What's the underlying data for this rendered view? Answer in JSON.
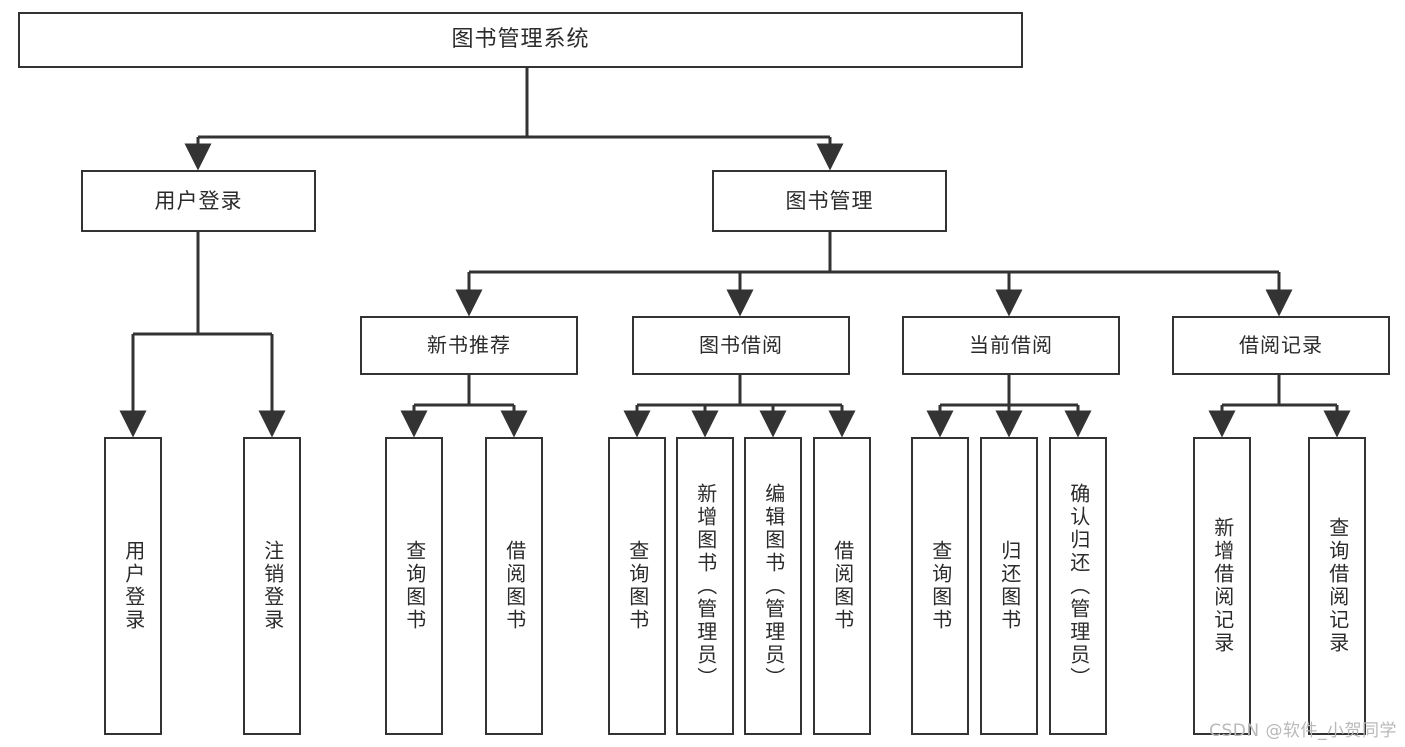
{
  "diagram": {
    "title": "图书管理系统",
    "type": "tree",
    "orientation": "top-down",
    "style": {
      "background": "#ffffff",
      "box_fill": "#ffffff",
      "box_stroke": "#333333",
      "text_color": "#2b2b2b",
      "connector_color": "#333333",
      "watermark_color": "#b9b9b9"
    }
  },
  "root": {
    "id": "root",
    "label": "图书管理系统"
  },
  "level1": [
    {
      "id": "user-login",
      "label": "用户登录"
    },
    {
      "id": "book-manage",
      "label": "图书管理"
    }
  ],
  "level2": [
    {
      "id": "new-book-recommend",
      "label": "新书推荐",
      "parent": "book-manage"
    },
    {
      "id": "book-borrow",
      "label": "图书借阅",
      "parent": "book-manage"
    },
    {
      "id": "current-borrow",
      "label": "当前借阅",
      "parent": "book-manage"
    },
    {
      "id": "borrow-record",
      "label": "借阅记录",
      "parent": "book-manage"
    }
  ],
  "leaves": [
    {
      "id": "leaf-user-login",
      "label": "用户登录",
      "parent": "user-login"
    },
    {
      "id": "leaf-user-logout",
      "label": "注销登录",
      "parent": "user-login"
    },
    {
      "id": "leaf-query-book-1",
      "label": "查询图书",
      "parent": "new-book-recommend"
    },
    {
      "id": "leaf-borrow-book-1",
      "label": "借阅图书",
      "parent": "new-book-recommend"
    },
    {
      "id": "leaf-query-book-2",
      "label": "查询图书",
      "parent": "book-borrow"
    },
    {
      "id": "leaf-add-book",
      "label": "新增图书（管理员）",
      "parent": "book-borrow"
    },
    {
      "id": "leaf-edit-book",
      "label": "编辑图书（管理员）",
      "parent": "book-borrow"
    },
    {
      "id": "leaf-borrow-book-2",
      "label": "借阅图书",
      "parent": "book-borrow"
    },
    {
      "id": "leaf-query-book-3",
      "label": "查询图书",
      "parent": "current-borrow"
    },
    {
      "id": "leaf-return-book",
      "label": "归还图书",
      "parent": "current-borrow"
    },
    {
      "id": "leaf-confirm-return",
      "label": "确认归还（管理员）",
      "parent": "current-borrow"
    },
    {
      "id": "leaf-add-record",
      "label": "新增借阅记录",
      "parent": "borrow-record"
    },
    {
      "id": "leaf-query-record",
      "label": "查询借阅记录",
      "parent": "borrow-record"
    }
  ],
  "watermark": {
    "text": "CSDN @软件_小贺同学"
  }
}
